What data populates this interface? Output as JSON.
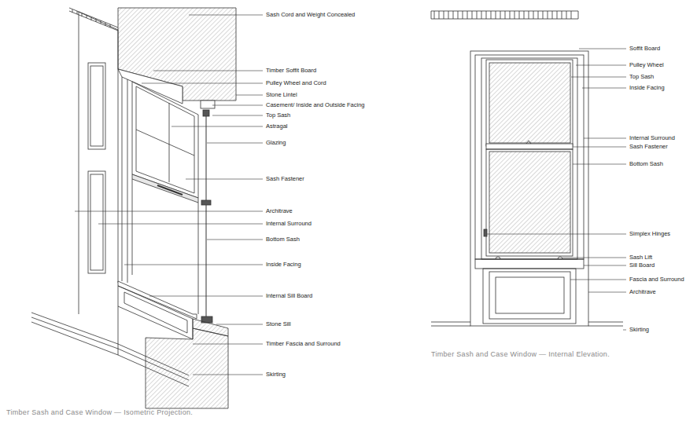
{
  "diagram": {
    "labels": [
      "Sash Cord and Weight Concealed",
      "Timber Soffit Board",
      "Pulley Wheel and Cord",
      "Stone Lintel",
      "Casement/ Inside and Outside Facing",
      "Top Sash",
      "Astragal",
      "Glazing",
      "Sash Fastener",
      "Architrave",
      "Internal Surround",
      "Bottom Sash",
      "Inside Facing",
      "Internal Sill Board",
      "Stone Sill",
      "Timber Fascia and Surround",
      "Skirting",
      "Timber Sash and Case Window — Isometric Projection.",
      "Soffit Board",
      "Pulley Wheel",
      "Top Sash",
      "Inside Facing",
      "Internal Surround",
      "Sash Fastener",
      "Bottom Sash",
      "Simplex Hinges",
      "Sash Lift",
      "Sill Board",
      "Fascia and Surround",
      "Architrave",
      "Skirting",
      "Timber Sash and Case Window — Internal Elevation."
    ]
  }
}
